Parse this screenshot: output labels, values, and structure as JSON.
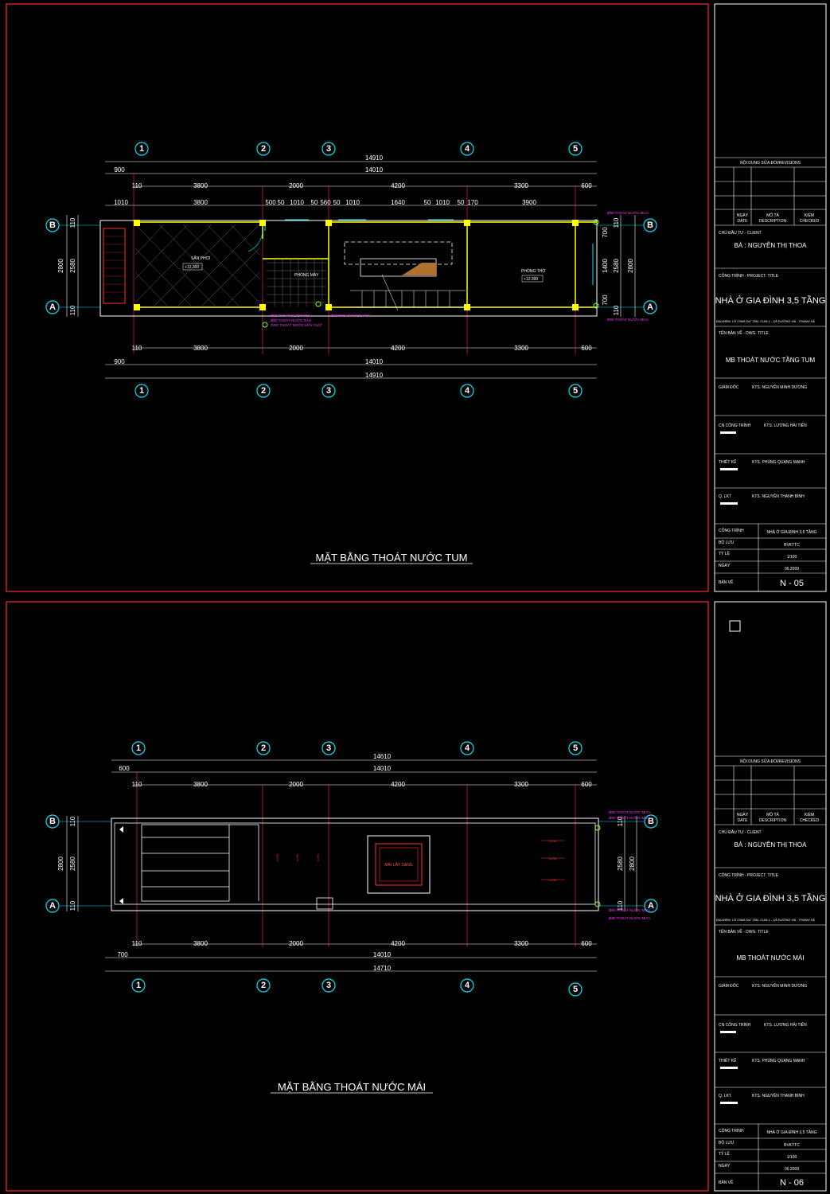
{
  "colors": {
    "background": "#000000",
    "frame": "#ff2a2a",
    "grid": "#00e5ff",
    "dim": "#ffffff",
    "wall": "#ffff00",
    "pipe": "#ff33ff",
    "column": "#ffff00"
  },
  "sheets": [
    {
      "title": "MẶT BẰNG THOÁT NƯỚC TUM",
      "grid_cols": [
        "1",
        "2",
        "3",
        "4",
        "5"
      ],
      "grid_rows": [
        "B",
        "A"
      ],
      "dims_top_overall": [
        "14910"
      ],
      "dims_top_total": [
        "900",
        "14010"
      ],
      "dims_top_axes": [
        "110",
        "3800",
        "2000",
        "4200",
        "3300",
        "600"
      ],
      "dims_top_detail": [
        "1010",
        "3800",
        "500",
        "50",
        "1010",
        "50",
        "560",
        "50",
        "1010",
        "1640",
        "50",
        "1010",
        "50",
        "170",
        "3900"
      ],
      "dims_bottom_axes": [
        "110",
        "3800",
        "2000",
        "4200",
        "3300",
        "600"
      ],
      "dims_bottom_total": [
        "900",
        "14010"
      ],
      "dims_bottom_overall": [
        "14910"
      ],
      "dims_left": [
        "2800",
        "2580",
        "110",
        "110"
      ],
      "dims_right": [
        "700",
        "1400",
        "700",
        "2580",
        "2800",
        "110",
        "110"
      ],
      "room_labels": [
        "SÂN PHƠI",
        "PHÒNG MÁY",
        "PHÒNG THỜ"
      ],
      "levels": [
        "+12.300",
        "+12.300"
      ],
      "pipe_labels": [
        "Ø90 THOÁT NƯỚC MƯA",
        "Ø90 THOÁT NƯỚC MƯA",
        "Ø90 THOÁT NƯỚC MƯA",
        "Ø90 THOÁT NƯỚC MƯA",
        "Ø60 THOÁT NƯỚC SÀN",
        "ỐNG THOÁT NƯỚC MÁY GIẶT"
      ]
    },
    {
      "title": "MẶT BẰNG THOÁT NƯỚC MÁI",
      "grid_cols": [
        "1",
        "2",
        "3",
        "4",
        "5"
      ],
      "grid_rows": [
        "B",
        "A"
      ],
      "dims_top_overall": [
        "14610"
      ],
      "dims_top_total": [
        "600",
        "14010"
      ],
      "dims_top_axes": [
        "110",
        "3800",
        "2000",
        "4200",
        "3300",
        "600"
      ],
      "dims_bottom_axes": [
        "110",
        "3800",
        "2000",
        "4200",
        "3300",
        "600"
      ],
      "dims_bottom_total": [
        "700",
        "14010"
      ],
      "dims_bottom_overall": [
        "14710"
      ],
      "dims_left": [
        "2800",
        "2580",
        "110",
        "110"
      ],
      "dims_right": [
        "2580",
        "2800",
        "110",
        "110"
      ],
      "roof_label": "MÁI LẤY SÁNG",
      "slope_labels": [
        "i=2%",
        "i=2%",
        "i=2%",
        "i=2%",
        "i=2%",
        "i=2%"
      ],
      "pipe_labels": [
        "Ø90 THOÁT NƯỚC MƯA",
        "Ø90 THOÁT NƯỚC MƯA",
        "Ø90 THOÁT NƯỚC MƯA",
        "Ø90 THOÁT NƯỚC MƯA"
      ]
    }
  ],
  "title_block": {
    "revision_header": "NỘI DUNG SỬA ĐỔI/REVISIONS",
    "col_date": [
      "NGÀY",
      "DATE"
    ],
    "col_desc": [
      "MÔ TẢ",
      "DESCRIPTION"
    ],
    "col_checked": [
      "KIỂM",
      "CHECKED"
    ],
    "client_label": "CHỦ ĐẦU TƯ - CLIENT",
    "client_name": "BÀ : NGUYỄN THỊ THOA",
    "project_label": "CÔNG TRÌNH - PROJECT. TITLE",
    "project_name": "NHÀ Ở GIA ĐÌNH 3,5 TẦNG",
    "address": "ĐỊA ĐIỂM: LÔ CN08 DỰ TÂN- CỤM 1 - XÃ ĐƯỜNG HÀ - TRANH XÃ",
    "drawing_label": "TÊN BẢN VẼ - DWG. TITLE",
    "director_label": "GIÁM ĐỐC",
    "director_name": "KTS. NGUYỄN MINH DƯƠNG",
    "manager_label": "CN CÔNG TRÌNH",
    "manager_name": "KTS. LƯƠNG HẢI TIẾN",
    "designer_label": "THIẾT KẾ",
    "designer_name": "KTS. PHÙNG QUANG MẠNH",
    "qc_label": "Q. LKT",
    "qc_name": "KTS. NGUYỄN THANH BÌNH",
    "code_label": "CÔNG TRÌNH",
    "code_value": "NHÀ Ở GIA ĐÌNH 3,5 TẦNG",
    "stage_label": "BỘ LƯU",
    "stage_value": "BVKTTC",
    "scale_label": "TỶ LỆ",
    "scale_value": "1/100",
    "date_label": "NGÀY",
    "date_value": "06.2009",
    "sheet_label": "BẢN VẼ",
    "sheets": [
      {
        "drawing_title": "MB THOÁT NƯỚC TẦNG TUM",
        "sheet_no": "N - 05"
      },
      {
        "drawing_title": "MB THOÁT NƯỚC MÁI",
        "sheet_no": "N - 06"
      }
    ]
  }
}
